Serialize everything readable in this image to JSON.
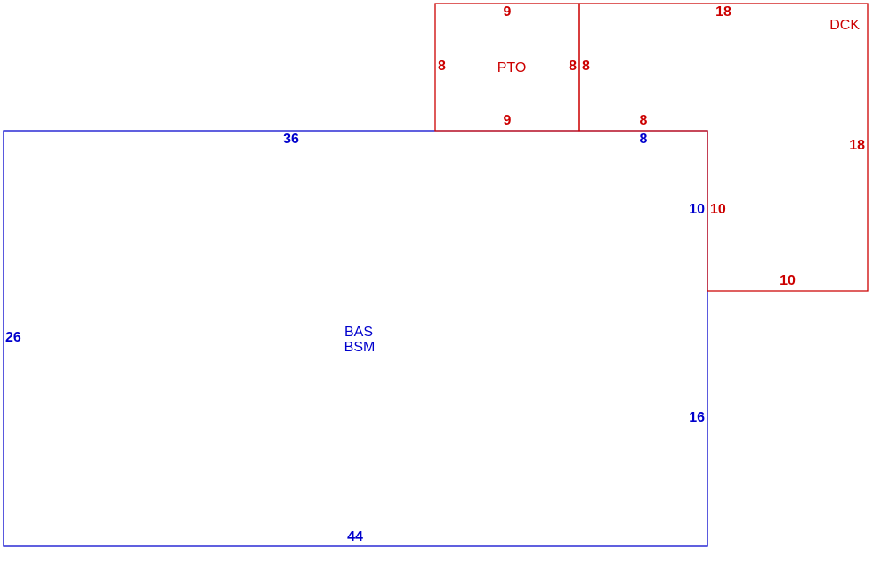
{
  "colors": {
    "main_structure": "#0000cc",
    "additions": "#cc0000",
    "background": "#ffffff"
  },
  "sketch": {
    "base_area": {
      "codes": [
        "BAS",
        "BSM"
      ],
      "dimensions": {
        "top_left_segment": "36",
        "top_right_segment": "8",
        "left_side": "26",
        "bottom": "44",
        "right_upper": "10",
        "right_lower": "16"
      }
    },
    "porch": {
      "code": "PTO",
      "dimensions": {
        "top": "9",
        "bottom": "9",
        "left": "8",
        "right": "8"
      }
    },
    "deck": {
      "code": "DCK",
      "dimensions": {
        "top": "18",
        "right": "18",
        "bottom": "10",
        "left_upper": "8",
        "left_lower": "10",
        "inner_bottom": "8"
      }
    }
  }
}
